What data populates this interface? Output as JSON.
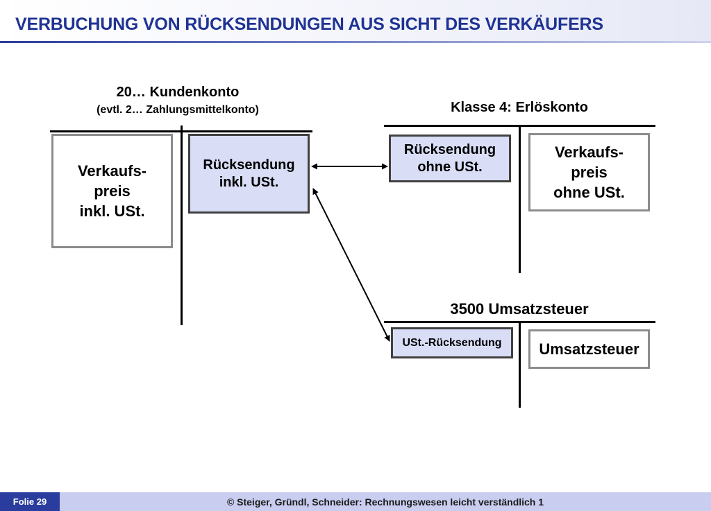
{
  "slide": {
    "title": "VERBUCHUNG VON RÜCKSENDUNGEN AUS SICHT DES VERKÄUFERS",
    "footer_slide": "Folie 29",
    "footer_copyright": "© Steiger, Gründl, Schneider: Rechnungswesen leicht verständlich 1"
  },
  "accounts": {
    "kundenkonto": {
      "title": "20… Kundenkonto",
      "subtitle": "(evtl. 2… Zahlungsmittelkonto)",
      "soll": "Verkaufs-\npreis\ninkl. USt.",
      "haben": "Rücksendung\ninkl. USt."
    },
    "erloeskonto": {
      "title": "Klasse 4: Erlöskonto",
      "soll": "Rücksendung\nohne USt.",
      "haben": "Verkaufs-\npreis\nohne USt."
    },
    "umsatzsteuer": {
      "title": "3500 Umsatzsteuer",
      "soll": "USt.-Rücksendung",
      "haben": "Umsatzsteuer"
    }
  },
  "colors": {
    "title": "#1f3394",
    "highlight_fill": "#d9def6",
    "footer_slide_bg": "#2a3d9e",
    "footer_bg": "#c9cdef"
  }
}
